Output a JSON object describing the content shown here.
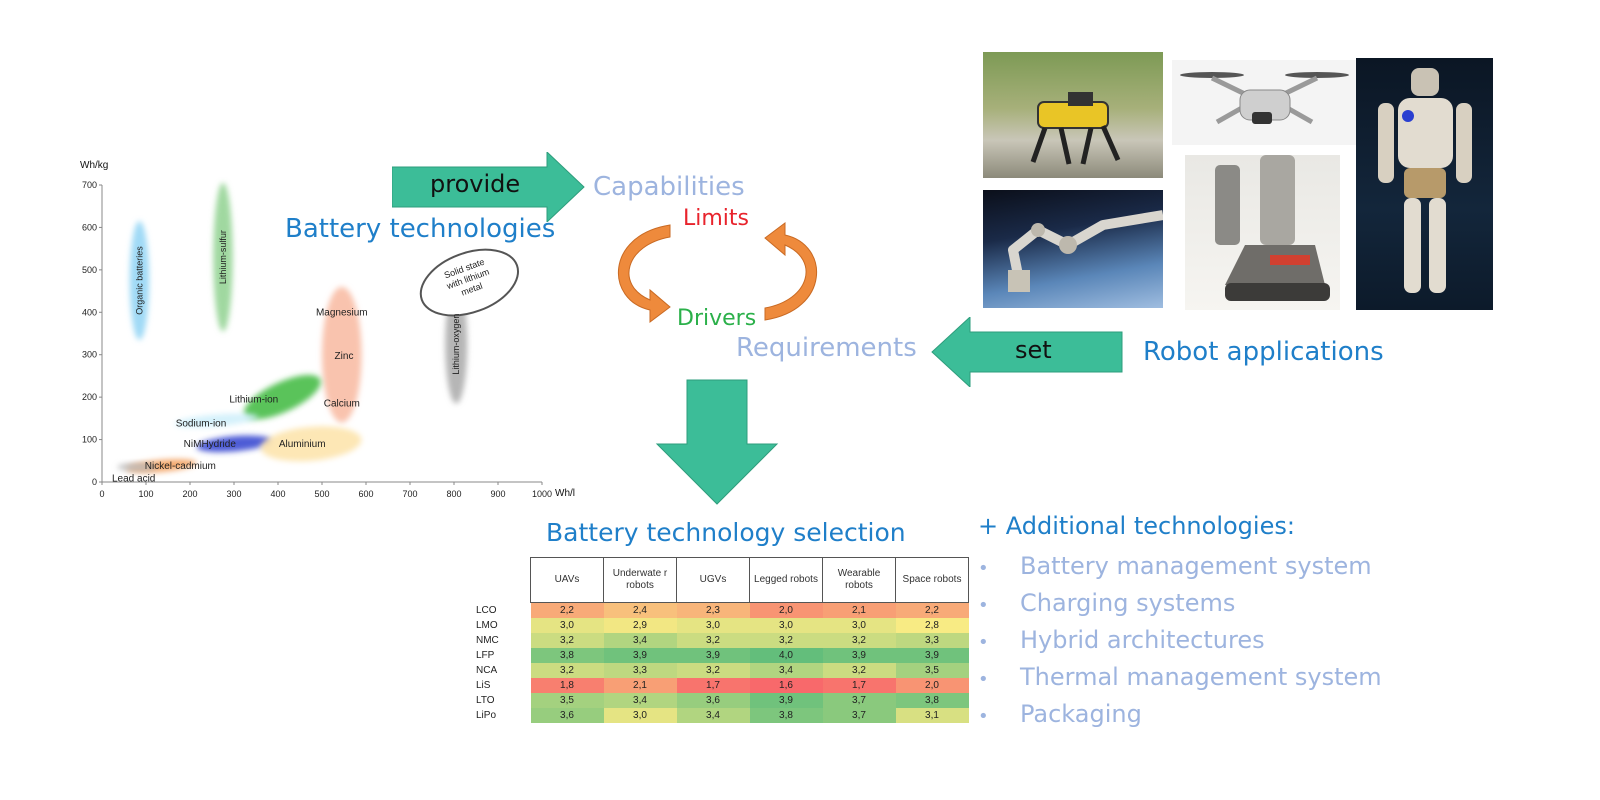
{
  "diagram": {
    "battery_technologies": "Battery technologies",
    "provide": "provide",
    "capabilities": "Capabilities",
    "limits": "Limits",
    "drivers": "Drivers",
    "requirements": "Requirements",
    "set": "set",
    "robot_applications": "Robot applications",
    "selection_title": "Battery technology selection",
    "additional_title": "+ Additional technologies:",
    "additional_items": [
      "Battery management system",
      "Charging systems",
      "Hybrid architectures",
      "Thermal management system",
      "Packaging"
    ],
    "colors": {
      "teal_arrow": "#3cbd98",
      "blue_text": "#1f7fc9",
      "light_blue_text": "#9db4df",
      "red_text": "#e8232c",
      "green_text": "#2bb04a",
      "orange_arrow": "#ee8a3c"
    }
  },
  "chart_data": {
    "type": "scatter",
    "ylabel": "Wh/kg",
    "xlabel": "Wh/l",
    "xlim": [
      0,
      1000
    ],
    "ylim": [
      0,
      700
    ],
    "xticks": [
      "0",
      "100",
      "200",
      "300",
      "400",
      "500",
      "600",
      "700",
      "800",
      "900",
      "1000"
    ],
    "yticks": [
      "0",
      "100",
      "200",
      "300",
      "400",
      "500",
      "600",
      "700"
    ],
    "regions": [
      {
        "name": "Organic batteries",
        "cx": 85,
        "cy": 475,
        "rx": 22,
        "ry": 140,
        "rot": 0,
        "color": "#8fd3f4",
        "vertical_label": true
      },
      {
        "name": "Lithium-sulfur",
        "cx": 275,
        "cy": 530,
        "rx": 22,
        "ry": 175,
        "rot": 0,
        "color": "#8fd18f",
        "vertical_label": true
      },
      {
        "name": "Lithium-oxygen",
        "cx": 805,
        "cy": 325,
        "rx": 25,
        "ry": 140,
        "rot": 0,
        "color": "#a9a9a9",
        "vertical_label": true
      },
      {
        "name": "Magnesium",
        "cx": 545,
        "cy": 300,
        "rx": 45,
        "ry": 160,
        "rot": 0,
        "color": "#f8b8a0",
        "label_at": [
          545,
          400
        ]
      },
      {
        "name": "Zinc",
        "label_only": true,
        "label_at": [
          550,
          297
        ]
      },
      {
        "name": "Calcium",
        "label_only": true,
        "label_at": [
          545,
          185
        ]
      },
      {
        "name": "Lithium-ion",
        "cx": 410,
        "cy": 200,
        "rx": 95,
        "ry": 35,
        "rot": -25,
        "color": "#3cb93c",
        "label_at": [
          345,
          195
        ]
      },
      {
        "name": "Sodium-ion",
        "cx": 260,
        "cy": 145,
        "rx": 95,
        "ry": 14,
        "rot": -5,
        "color": "#cdeefa",
        "label_at": [
          225,
          138
        ]
      },
      {
        "name": "NiMHydride",
        "cx": 300,
        "cy": 90,
        "rx": 85,
        "ry": 18,
        "rot": -5,
        "color": "#2f3fcf",
        "label_at": [
          245,
          90
        ]
      },
      {
        "name": "Aluminium",
        "cx": 475,
        "cy": 90,
        "rx": 115,
        "ry": 40,
        "rot": -5,
        "color": "#fde3a8",
        "label_at": [
          455,
          90
        ]
      },
      {
        "name": "Nickel-cadmium",
        "cx": 135,
        "cy": 38,
        "rx": 80,
        "ry": 14,
        "rot": -5,
        "color": "#f29c58",
        "label_at": [
          178,
          38
        ]
      },
      {
        "name": "Lead acid",
        "cx": 80,
        "cy": 35,
        "rx": 45,
        "ry": 10,
        "rot": 0,
        "color": "#bbbbbb",
        "label_at": [
          72,
          8
        ]
      },
      {
        "name": "Solid state with lithium metal",
        "cx": 835,
        "cy": 470,
        "rx": 115,
        "ry": 70,
        "rot": -20,
        "color": "#555555",
        "outline": true,
        "lines": [
          "Solid state",
          "with lithium",
          "metal"
        ]
      }
    ]
  },
  "selection_table": {
    "columns": [
      "UAVs",
      "Underwate r robots",
      "UGVs",
      "Legged robots",
      "Wearable robots",
      "Space robots"
    ],
    "rows": [
      {
        "label": "LCO",
        "values": [
          "2,2",
          "2,4",
          "2,3",
          "2,0",
          "2,1",
          "2,2"
        ]
      },
      {
        "label": "LMO",
        "values": [
          "3,0",
          "2,9",
          "3,0",
          "3,0",
          "3,0",
          "2,8"
        ]
      },
      {
        "label": "NMC",
        "values": [
          "3,2",
          "3,4",
          "3,2",
          "3,2",
          "3,2",
          "3,3"
        ]
      },
      {
        "label": "LFP",
        "values": [
          "3,8",
          "3,9",
          "3,9",
          "4,0",
          "3,9",
          "3,9"
        ]
      },
      {
        "label": "NCA",
        "values": [
          "3,2",
          "3,3",
          "3,2",
          "3,4",
          "3,2",
          "3,5"
        ]
      },
      {
        "label": "LiS",
        "values": [
          "1,8",
          "2,1",
          "1,7",
          "1,6",
          "1,7",
          "2,0"
        ]
      },
      {
        "label": "LTO",
        "values": [
          "3,5",
          "3,4",
          "3,6",
          "3,9",
          "3,7",
          "3,8"
        ]
      },
      {
        "label": "LiPo",
        "values": [
          "3,6",
          "3,0",
          "3,4",
          "3,8",
          "3,7",
          "3,1"
        ]
      }
    ]
  },
  "photos": [
    {
      "name": "legged-robot-photo"
    },
    {
      "name": "drone-photo"
    },
    {
      "name": "humanoid-robot-photo"
    },
    {
      "name": "space-robot-arm-photo"
    },
    {
      "name": "wearable-exoskeleton-photo"
    }
  ]
}
